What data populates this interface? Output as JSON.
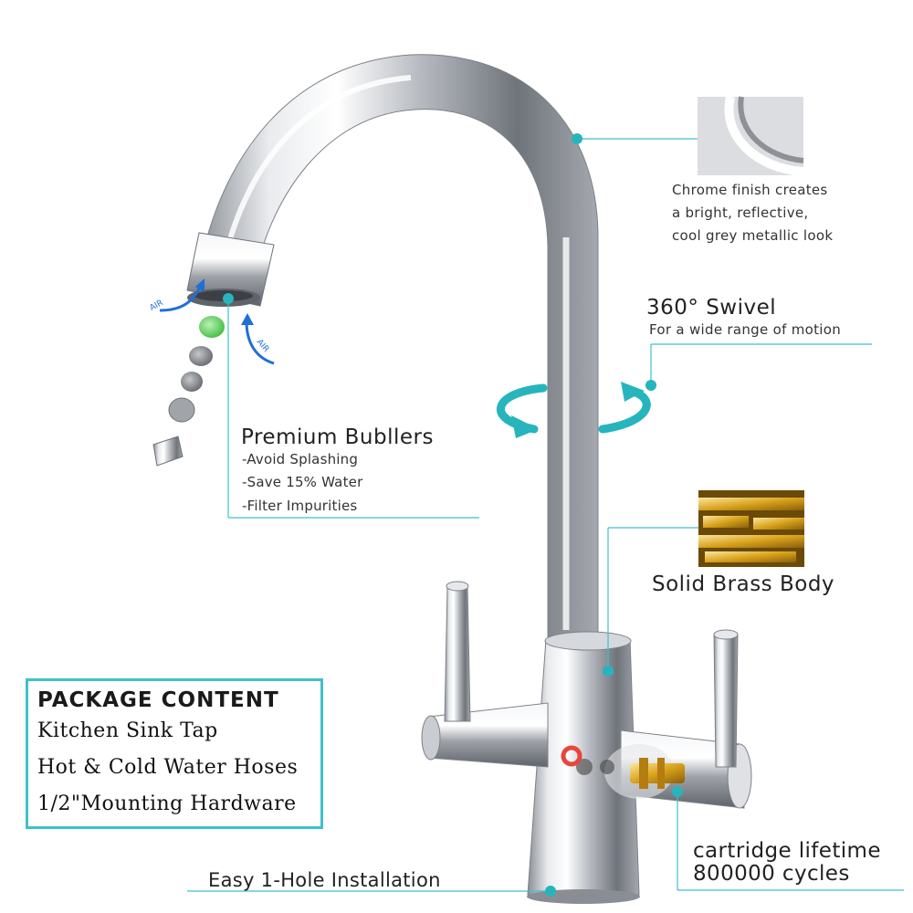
{
  "callouts": {
    "chrome_finish": {
      "lines": [
        "Chrome finish creates",
        "a bright, reflective,",
        "cool grey metallic look"
      ]
    },
    "swivel": {
      "title": "360° Swivel",
      "subtitle": "For a wide range of motion"
    },
    "bubblers": {
      "title": "Premium Bubllers",
      "items": [
        "-Avoid Splashing",
        "-Save 15% Water",
        "-Filter Impurities"
      ],
      "air_labels": [
        "AIR",
        "AIR"
      ]
    },
    "brass": {
      "title": "Solid Brass Body"
    },
    "installation": {
      "label": "Easy 1-Hole Installation"
    },
    "cartridge": {
      "lines": [
        "cartridge lifetime",
        "800000 cycles"
      ]
    }
  },
  "package": {
    "title": "PACKAGE CONTENT",
    "items": [
      "Kitchen Sink Tap",
      "Hot & Cold Water Hoses",
      "1/2\"Mounting Hardware"
    ]
  },
  "colors": {
    "accent_teal": "#3fc1c9",
    "hot_red": "#e8453c",
    "chrome": "#c9ccd1",
    "brass": "#d9a21b"
  },
  "icons": [
    "swivel-arrows-icon",
    "air-arrow-icon",
    "aerator-part-icon"
  ]
}
